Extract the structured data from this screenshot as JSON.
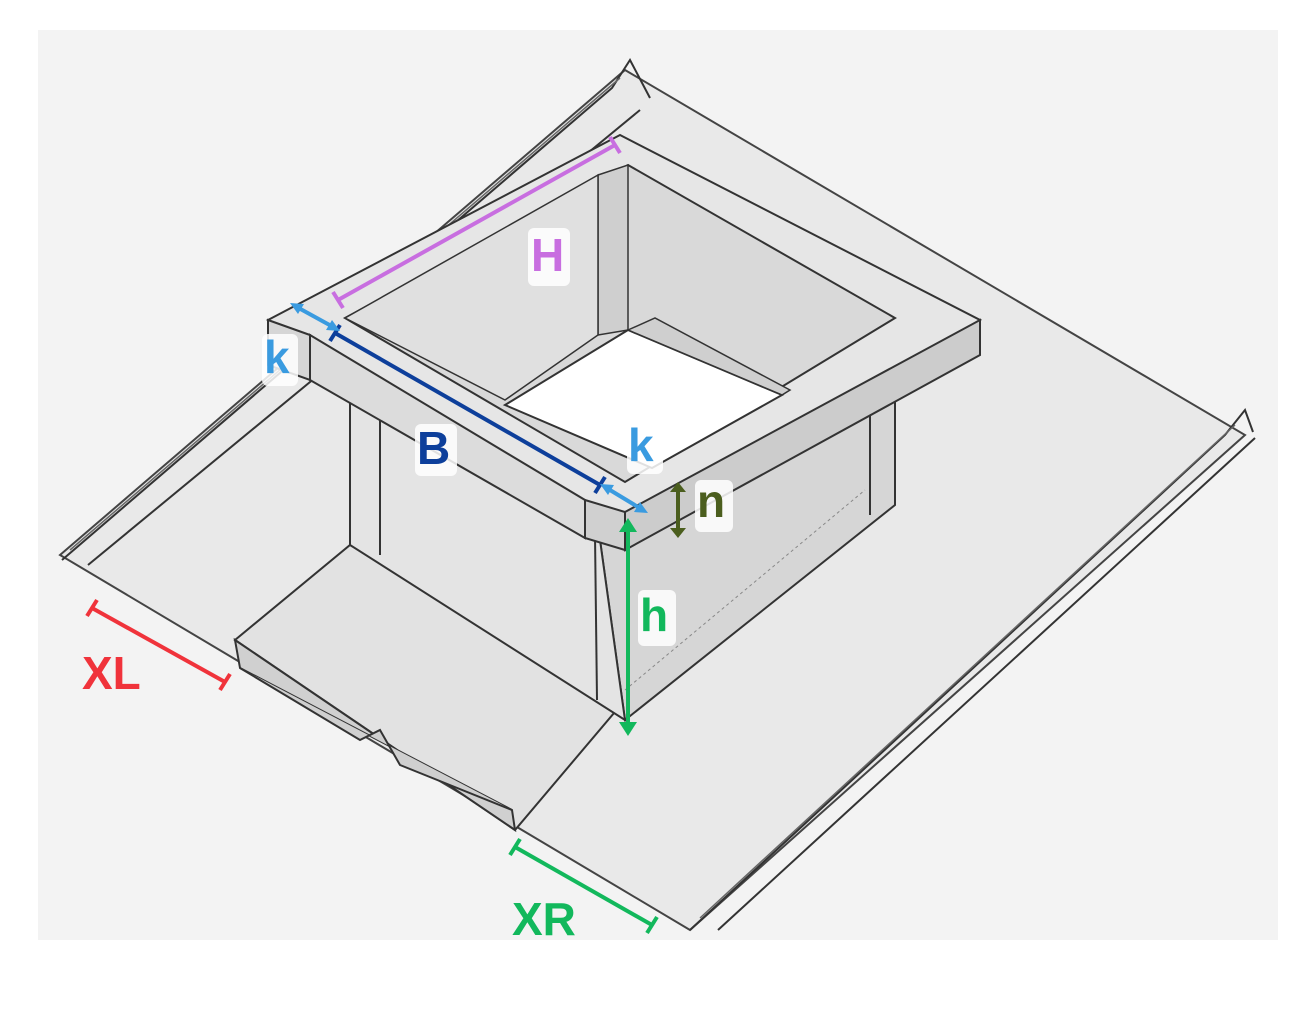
{
  "diagram": {
    "labels": {
      "H": "H",
      "B": "B",
      "k_left": "k",
      "k_right": "k",
      "n": "n",
      "h": "h",
      "XL": "XL",
      "XR": "XR"
    },
    "colors": {
      "H": "#c86ee0",
      "B": "#0d3f9b",
      "k": "#3a9be0",
      "n": "#4b5e1e",
      "h": "#12b85c",
      "XL": "#f0333b",
      "XR": "#12b85c"
    }
  }
}
